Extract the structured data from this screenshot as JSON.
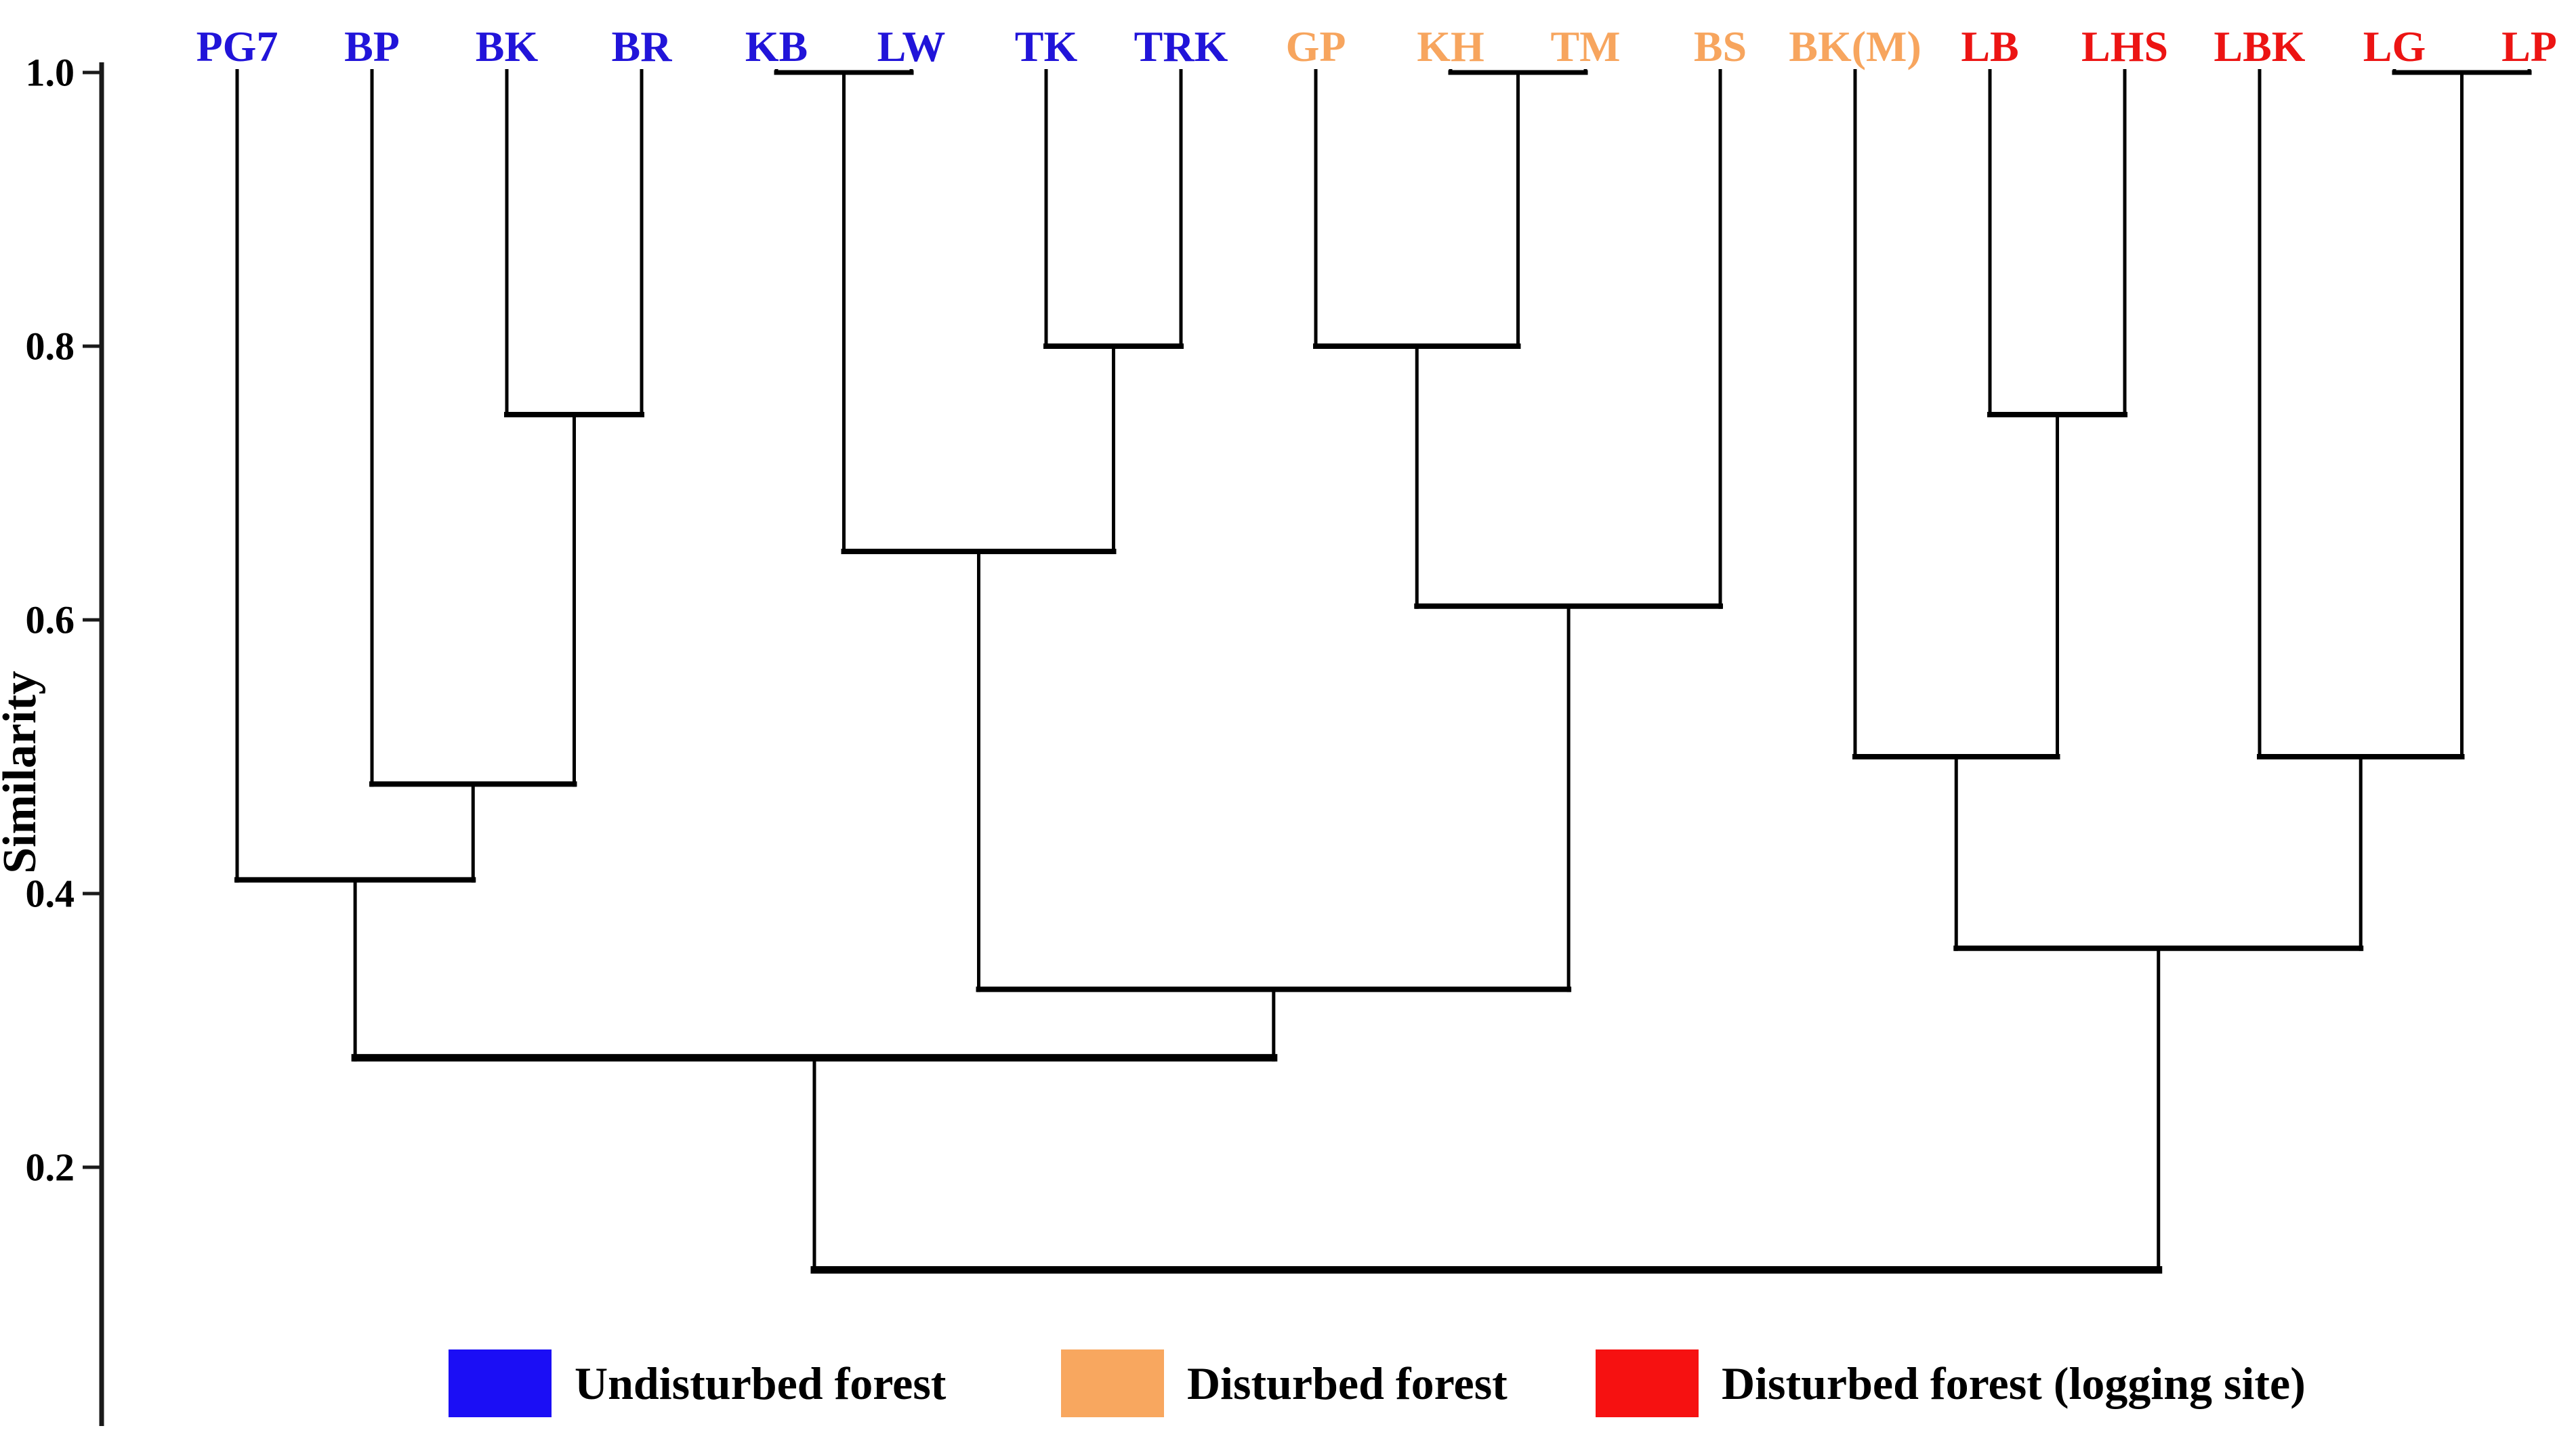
{
  "chart_data": {
    "type": "dendrogram",
    "title": "",
    "ylabel": "Similarity",
    "yticks": [
      {
        "value": 1.0,
        "label": "1.0"
      },
      {
        "value": 0.8,
        "label": "0.8"
      },
      {
        "value": 0.6,
        "label": "0.6"
      },
      {
        "value": 0.4,
        "label": "0.4"
      },
      {
        "value": 0.2,
        "label": "0.2"
      }
    ],
    "ylim": [
      0.1,
      1.0
    ],
    "grid": false,
    "leaf_axis": "top",
    "groups": {
      "undisturbed": {
        "label": "Undisturbed forest",
        "color": "#2114d9"
      },
      "disturbed": {
        "label": "Disturbed forest",
        "color": "#f7a55e"
      },
      "logging": {
        "label": "Disturbed forest (logging site)",
        "color": "#ec1413"
      }
    },
    "leaves": [
      {
        "name": "PG7",
        "group": "undisturbed"
      },
      {
        "name": "BP",
        "group": "undisturbed"
      },
      {
        "name": "BK",
        "group": "undisturbed"
      },
      {
        "name": "BR",
        "group": "undisturbed"
      },
      {
        "name": "KB",
        "group": "undisturbed"
      },
      {
        "name": "LW",
        "group": "undisturbed"
      },
      {
        "name": "TK",
        "group": "undisturbed"
      },
      {
        "name": "TRK",
        "group": "undisturbed"
      },
      {
        "name": "GP",
        "group": "disturbed"
      },
      {
        "name": "KH",
        "group": "disturbed"
      },
      {
        "name": "TM",
        "group": "disturbed"
      },
      {
        "name": "BS",
        "group": "disturbed"
      },
      {
        "name": "BK(M)",
        "group": "disturbed"
      },
      {
        "name": "LB",
        "group": "logging"
      },
      {
        "name": "LHS",
        "group": "logging"
      },
      {
        "name": "LBK",
        "group": "logging"
      },
      {
        "name": "LG",
        "group": "logging"
      },
      {
        "name": "LP",
        "group": "logging"
      }
    ],
    "merges": [
      {
        "id": "n1",
        "a": "KB",
        "b": "LW",
        "similarity": 1.0
      },
      {
        "id": "n2",
        "a": "KH",
        "b": "TM",
        "similarity": 1.0
      },
      {
        "id": "n3",
        "a": "LG",
        "b": "LP",
        "similarity": 1.0
      },
      {
        "id": "n4",
        "a": "BK",
        "b": "BR",
        "similarity": 0.75
      },
      {
        "id": "n5",
        "a": "TK",
        "b": "TRK",
        "similarity": 0.8
      },
      {
        "id": "n6",
        "a": "GP",
        "b": "n2",
        "similarity": 0.8
      },
      {
        "id": "n7",
        "a": "LB",
        "b": "LHS",
        "similarity": 0.75
      },
      {
        "id": "n8",
        "a": "n1",
        "b": "n5",
        "similarity": 0.65
      },
      {
        "id": "n9",
        "a": "n6",
        "b": "BS",
        "similarity": 0.61
      },
      {
        "id": "n10",
        "a": "BP",
        "b": "n4",
        "similarity": 0.48
      },
      {
        "id": "n11",
        "a": "BK(M)",
        "b": "n7",
        "similarity": 0.5
      },
      {
        "id": "n12",
        "a": "LBK",
        "b": "n3",
        "similarity": 0.5
      },
      {
        "id": "n13",
        "a": "PG7",
        "b": "n10",
        "similarity": 0.41
      },
      {
        "id": "n14",
        "a": "n11",
        "b": "n12",
        "similarity": 0.36
      },
      {
        "id": "n15",
        "a": "n8",
        "b": "n9",
        "similarity": 0.33
      },
      {
        "id": "n16",
        "a": "n13",
        "b": "n15",
        "similarity": 0.28
      },
      {
        "id": "n17",
        "a": "n16",
        "b": "n14",
        "similarity": 0.125
      }
    ]
  },
  "legend": {
    "items": [
      {
        "label": "Undisturbed forest",
        "color": "#1b0ef5",
        "x": 662
      },
      {
        "label": "Disturbed forest",
        "color": "#f8a75f",
        "x": 1566
      },
      {
        "label": "Disturbed forest (logging site)",
        "color": "#f61111",
        "x": 2355
      }
    ]
  }
}
